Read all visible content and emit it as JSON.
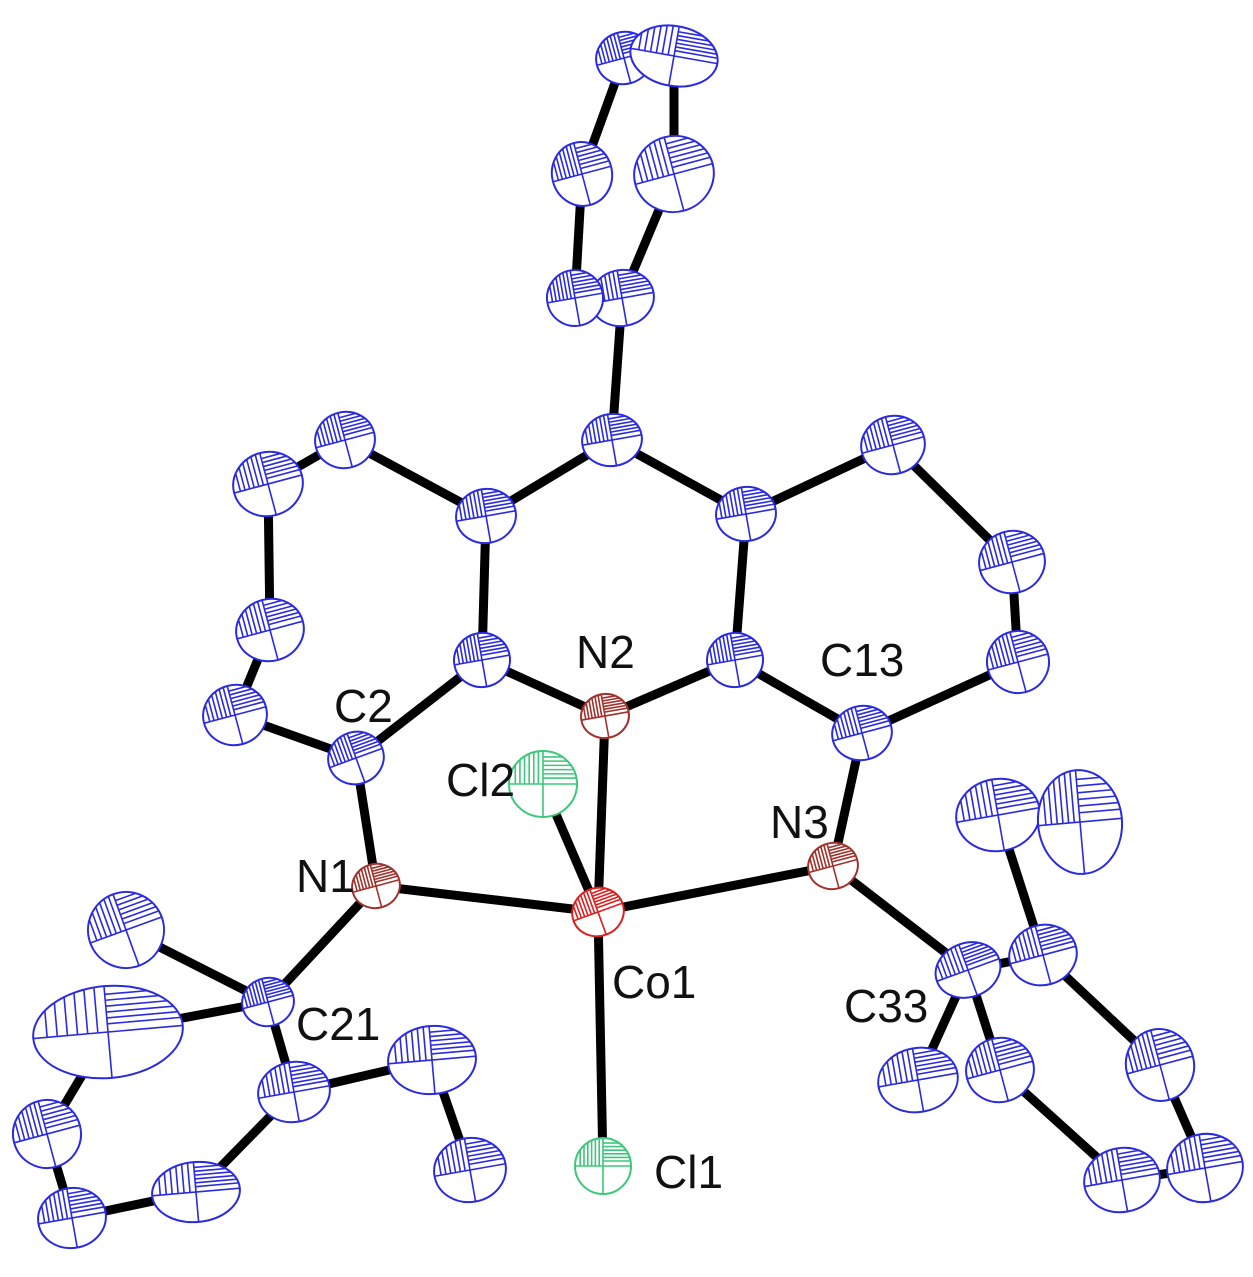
{
  "figure": {
    "type": "ORTEP molecular structure",
    "colors": {
      "carbon": "#2a2ae0",
      "nitrogen": "#a0322d",
      "cobalt": "#e01e1e",
      "chlorine": "#3cc87a",
      "bond": "#000000"
    },
    "labels": {
      "Co1": "Co1",
      "Cl1": "Cl1",
      "Cl2": "Cl2",
      "N1": "N1",
      "N2": "N2",
      "N3": "N3",
      "C2": "C2",
      "C13": "C13",
      "C21": "C21",
      "C33": "C33"
    }
  }
}
